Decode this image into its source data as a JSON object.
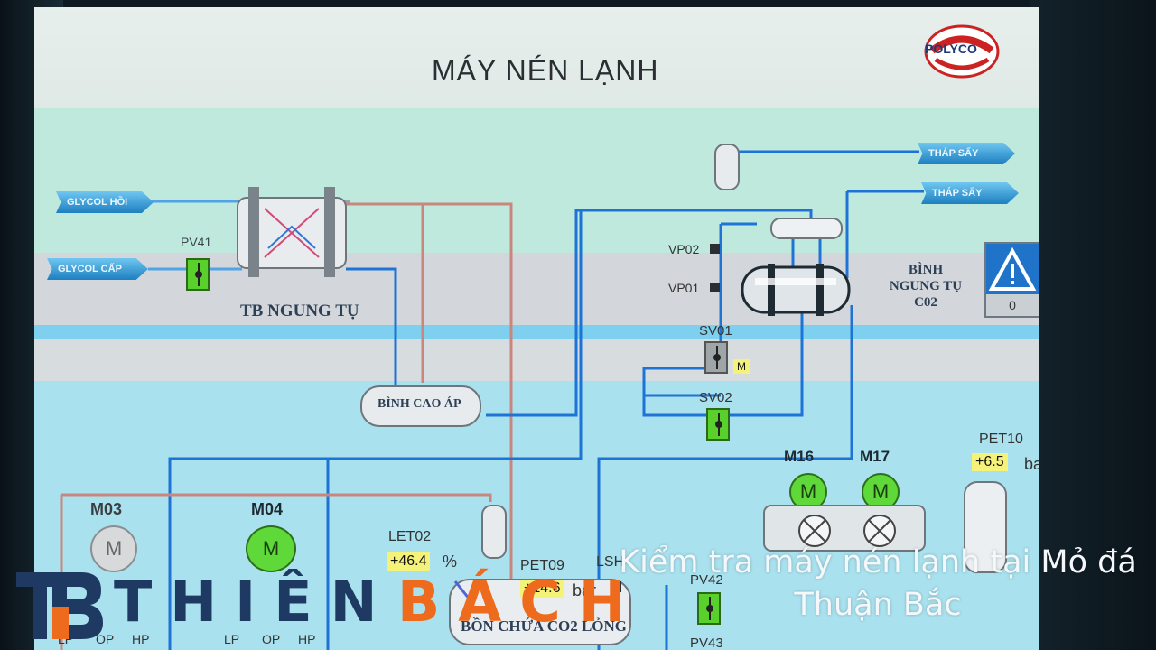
{
  "screen": {
    "title": "MÁY NÉN LẠNH",
    "logo_text": "POLYCO",
    "tags": {
      "glycol_in": "GLYCOL HỒI",
      "glycol_out": "GLYCOL CẤP",
      "dryer_1": "THÁP SẤY",
      "dryer_2": "THÁP SẤY"
    },
    "equipment": {
      "condenser_hx": "TB NGUNG TỤ",
      "high_pressure_tank": "BÌNH CAO ÁP",
      "condenser_tank_line1": "BÌNH",
      "condenser_tank_line2": "NGUNG TỤ",
      "condenser_tank_line3": "C02",
      "liquid_tank": "BỒN CHỨA CO2 LỎNG"
    },
    "valves": {
      "pv41": "PV41",
      "vp02": "VP02",
      "vp01": "VP01",
      "sv01": "SV01",
      "sv01_mode": "M",
      "sv02": "SV02",
      "pv42": "PV42",
      "pv43": "PV43"
    },
    "motors": {
      "m03": "M03",
      "m04": "M04",
      "m16": "M16",
      "m17": "M17",
      "motor_symbol": "M",
      "lp": "LP",
      "op": "OP",
      "hp": "HP"
    },
    "sensors": {
      "let02_label": "LET02",
      "let02_value": "+46.4",
      "let02_unit": "%",
      "pet09_label": "PET09",
      "pet09_value": "+14.6",
      "pet09_unit": "bar",
      "pet10_label": "PET10",
      "pet10_value": "+6.5",
      "pet10_unit": "bar",
      "lsh_label": "LSH"
    },
    "alarm": {
      "count": "0"
    }
  },
  "overlay": {
    "brand_left": "THIÊN",
    "brand_right": "BÁCH",
    "caption": "Kiểm tra máy nén lạnh tại Mỏ đá Thuận Bắc"
  },
  "colors": {
    "screen_bg": "#c4e8e6",
    "pipe_blue": "#1d74d6",
    "pipe_pink": "#c9867e",
    "valve_green": "#59d02b",
    "value_yellow": "#f5f27a",
    "brand_navy": "#1f3a62",
    "brand_orange": "#ee6a1c"
  }
}
